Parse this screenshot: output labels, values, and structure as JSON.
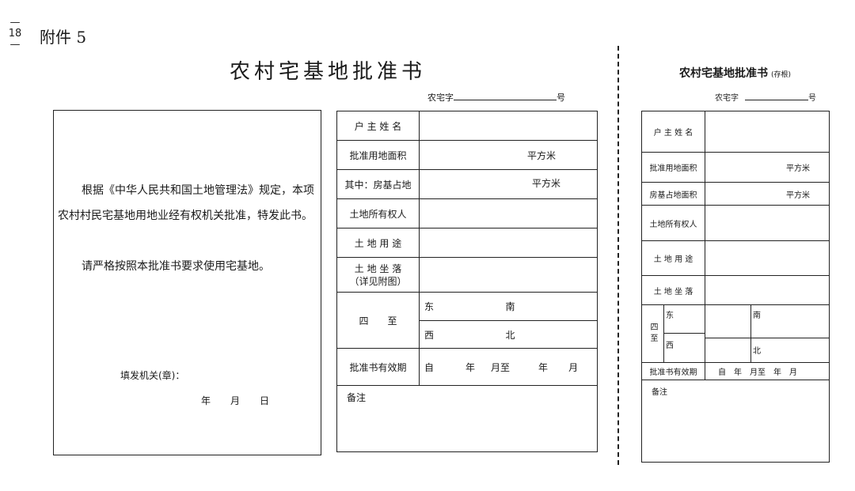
{
  "page_number": "— 18 —",
  "attachment_label": "附件 5",
  "main": {
    "title": "农村宅基地批准书",
    "serial_prefix": "农宅字",
    "serial_suffix": "号",
    "body_para1": "根据《中华人民共和国土地管理法》规定，本项农村村民宅基地用地业经有权机关批准，特发此书。",
    "body_para2": "请严格按照本批准书要求使用宅基地。",
    "issuer_label": "填发机关(章)：",
    "date_year": "年",
    "date_month": "月",
    "date_day": "日",
    "table": {
      "owner_name": "户 主 姓 名",
      "approved_area": "批准用地面积",
      "area_unit": "平方米",
      "house_area": "其中：房基占地",
      "land_owner": "土地所有权人",
      "land_use": "土 地 用 途",
      "location_line1": "土 地 坐 落",
      "location_line2": "（详见附图）",
      "four_boundaries": "四　　至",
      "east": "东",
      "south": "南",
      "west": "西",
      "north": "北",
      "validity": "批准书有效期",
      "validity_from": "自",
      "validity_year1": "年",
      "validity_month_to": "月至",
      "validity_year2": "年",
      "validity_month2": "月",
      "remarks": "备注"
    }
  },
  "stub": {
    "title": "农村宅基地批准书",
    "title_note": "(存根)",
    "serial_prefix": "农宅字",
    "serial_suffix": "号",
    "table": {
      "owner_name": "户 主 姓 名",
      "approved_area": "批准用地面积",
      "area_unit": "平方米",
      "house_area": "房基占地面积",
      "land_owner": "土地所有权人",
      "land_use": "土 地 用 途",
      "location": "土 地 坐 落",
      "four_boundaries": "四至",
      "east": "东",
      "south": "南",
      "west": "西",
      "north": "北",
      "validity": "批准书有效期",
      "validity_text": "自　年　月至　年　月",
      "remarks": "备注"
    }
  }
}
